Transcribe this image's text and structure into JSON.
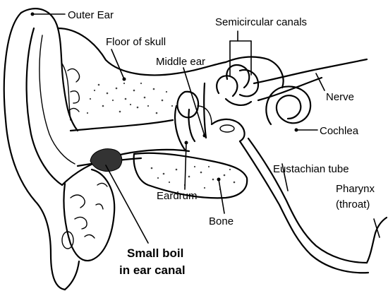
{
  "labels": {
    "outer_ear": "Outer Ear",
    "semicircular_canals": "Semicircular canals",
    "floor_of_skull": "Floor of skull",
    "middle_ear": "Middle ear",
    "nerve": "Nerve",
    "cochlea": "Cochlea",
    "eustachian_tube": "Eustachian tube",
    "pharynx_line1": "Pharynx",
    "pharynx_line2": "(throat)",
    "eardrum": "Eardrum",
    "bone": "Bone",
    "boil_line1": "Small boil",
    "boil_line2": "in ear canal"
  },
  "colors": {
    "ink": "#000000",
    "background": "#ffffff",
    "boil": "#333333"
  }
}
